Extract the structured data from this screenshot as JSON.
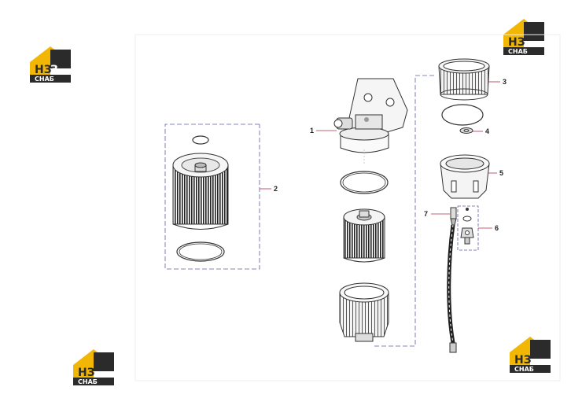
{
  "callouts": [
    "1",
    "2",
    "3",
    "4",
    "5",
    "6",
    "7"
  ],
  "watermark": {
    "letters": "НЗ",
    "caption": "СНАБ",
    "accent": "#f2b705",
    "dark": "#2b2b2b"
  },
  "colors": {
    "guide": "#5a5fa8",
    "leader": "#b0304a",
    "line": "#333333"
  }
}
